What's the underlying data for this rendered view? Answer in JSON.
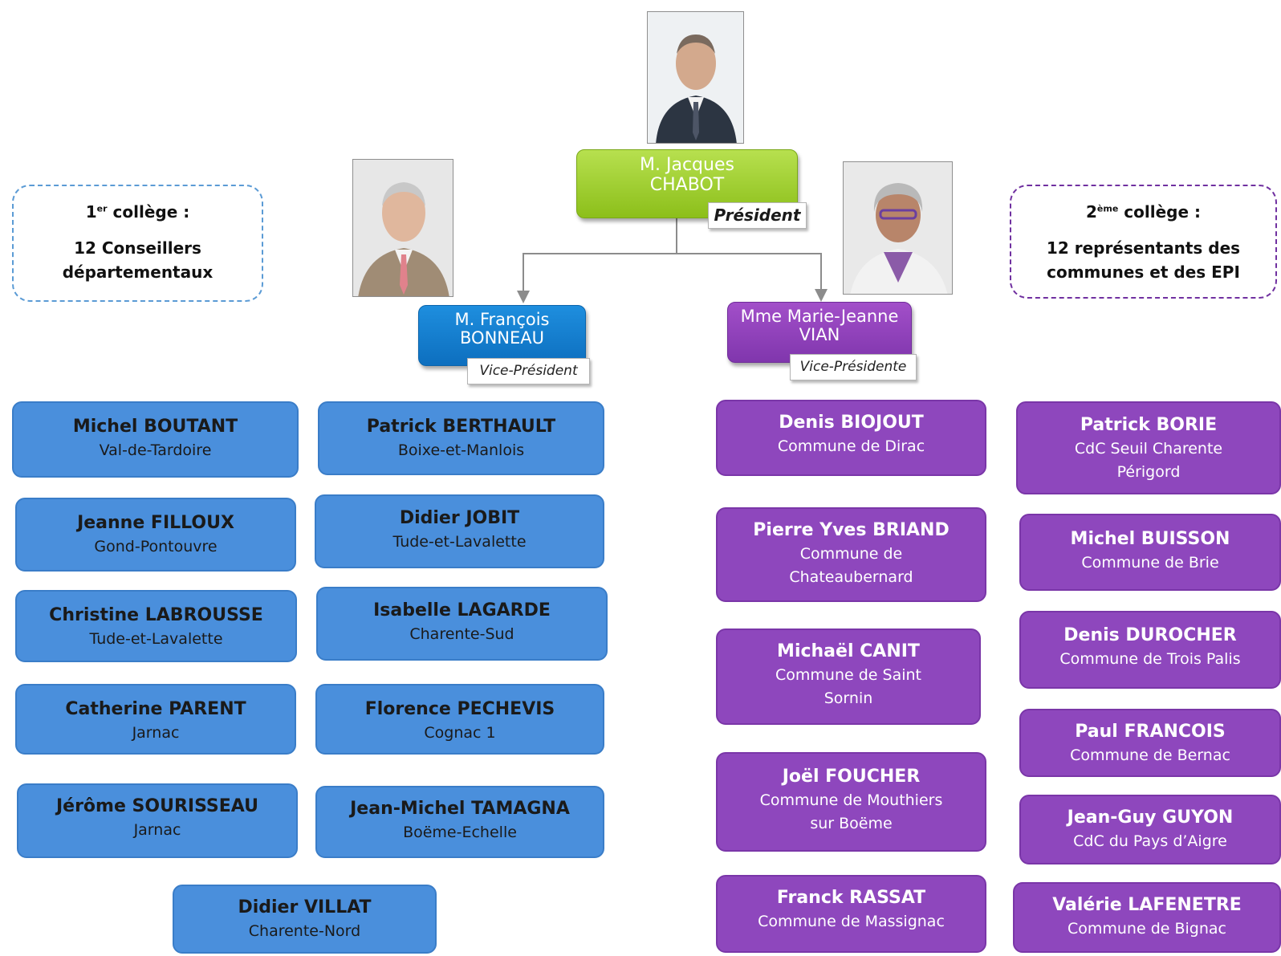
{
  "colleges": {
    "first": {
      "ordinal": "1",
      "sup": "er",
      "rest": " collège :",
      "line1": "12 Conseillers",
      "line2": "départementaux"
    },
    "second": {
      "ordinal": "2",
      "sup": "ème",
      "rest": " collège :",
      "line1": "12 représentants des",
      "line2": "communes et des EPI"
    }
  },
  "leaders": {
    "president": {
      "line1": "M. Jacques",
      "line2": "CHABOT",
      "role": "Président",
      "color": "#8cbf1a"
    },
    "vp1": {
      "line1": "M. François",
      "line2": "BONNEAU",
      "role": "Vice-Président",
      "color": "#0d6fbf"
    },
    "vp2": {
      "line1": "Mme Marie-Jeanne",
      "line2": "VIAN",
      "role": "Vice-Présidente",
      "color": "#8036ad"
    }
  },
  "colors": {
    "blue_card": "#4a8fdc",
    "purple_card": "#8e47bd",
    "connector": "#8c8c8c"
  },
  "members_blue": [
    {
      "name": "Michel BOUTANT",
      "place": "Val-de-Tardoire"
    },
    {
      "name": "Patrick BERTHAULT",
      "place": "Boixe-et-Manlois"
    },
    {
      "name": "Jeanne FILLOUX",
      "place": "Gond-Pontouvre"
    },
    {
      "name": "Didier JOBIT",
      "place": "Tude-et-Lavalette"
    },
    {
      "name": "Christine LABROUSSE",
      "place": "Tude-et-Lavalette"
    },
    {
      "name": "Isabelle LAGARDE",
      "place": "Charente-Sud"
    },
    {
      "name": "Catherine PARENT",
      "place": "Jarnac"
    },
    {
      "name": "Florence PECHEVIS",
      "place": "Cognac 1"
    },
    {
      "name": "Jérôme SOURISSEAU",
      "place": "Jarnac"
    },
    {
      "name": "Jean-Michel TAMAGNA",
      "place": "Boëme-Echelle"
    },
    {
      "name": "Didier VILLAT",
      "place": "Charente-Nord"
    }
  ],
  "members_purple": [
    {
      "name": "Denis BIOJOUT",
      "place": "Commune de Dirac"
    },
    {
      "name": "Patrick BORIE",
      "place": "CdC Seuil Charente",
      "place2": "Périgord"
    },
    {
      "name": "Pierre Yves BRIAND",
      "place": "Commune de",
      "place2": "Chateaubernard"
    },
    {
      "name": "Michel BUISSON",
      "place": "Commune de Brie"
    },
    {
      "name": "Michaël CANIT",
      "place": "Commune de Saint",
      "place2": "Sornin"
    },
    {
      "name": "Denis DUROCHER",
      "place": "Commune de Trois Palis"
    },
    {
      "name": "Paul FRANCOIS",
      "place": "Commune de Bernac"
    },
    {
      "name": "Joël FOUCHER",
      "place": "Commune de Mouthiers",
      "place2": "sur Boëme"
    },
    {
      "name": "Jean-Guy GUYON",
      "place": "CdC du Pays d’Aigre"
    },
    {
      "name": "Franck RASSAT",
      "place": "Commune de Massignac"
    },
    {
      "name": "Valérie LAFENETRE",
      "place": "Commune de Bignac"
    }
  ]
}
